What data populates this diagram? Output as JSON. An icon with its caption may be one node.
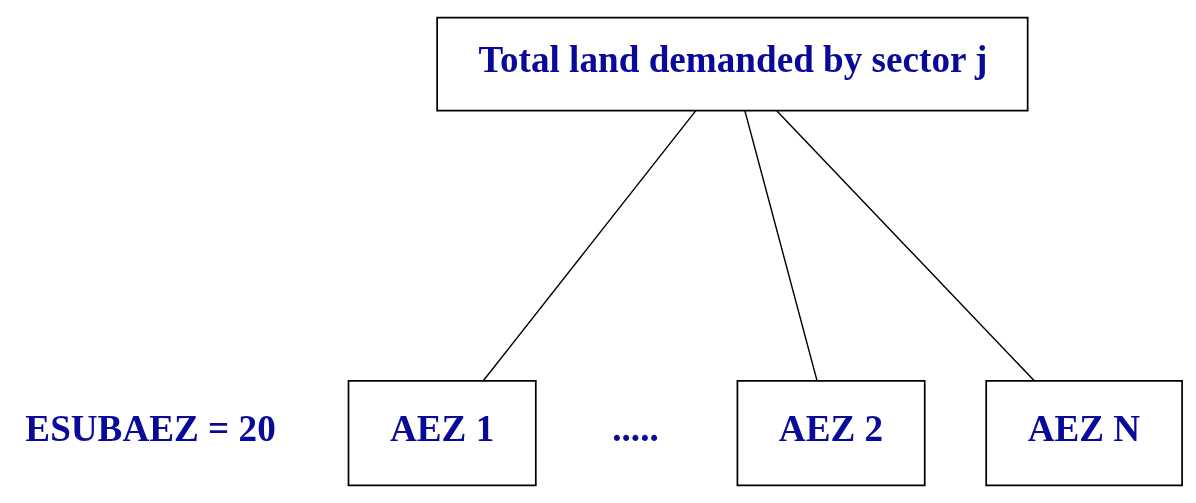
{
  "diagram": {
    "nodes": [
      {
        "text": [
          "Total land demanded by sector j"
        ]
      },
      {
        "text": [
          "AEZ 1"
        ]
      },
      {
        "text": [
          "AEZ 2"
        ]
      },
      {
        "text": [
          "AEZ N"
        ]
      }
    ],
    "edges": [
      {
        "from": 0,
        "to": 1,
        "arrow": "none"
      },
      {
        "from": 0,
        "to": 2,
        "arrow": "none"
      },
      {
        "from": 0,
        "to": 3,
        "arrow": "none"
      }
    ],
    "labels": [
      "ESUBAEZ = 20",
      "....."
    ]
  }
}
